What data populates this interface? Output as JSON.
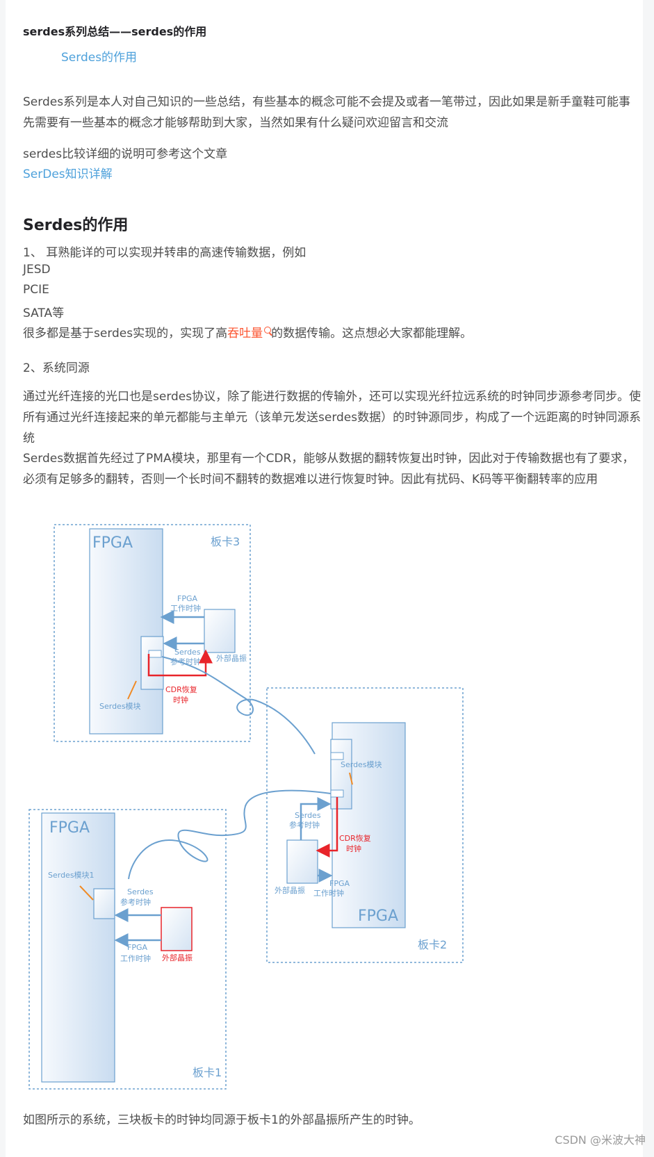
{
  "article": {
    "title": "serdes系列总结——serdes的作用",
    "toc_item": "Serdes的作用",
    "intro": "Serdes系列是本人对自己知识的一些总结，有些基本的概念可能不会提及或者一笔带过，因此如果是新手童鞋可能事先需要有一些基本的概念才能够帮助到大家，当然如果有什么疑问欢迎留言和交流",
    "ref_text": "serdes比较详细的说明可参考这个文章",
    "ref_link": "SerDes知识详解",
    "section_heading": "Serdes的作用",
    "item1": "1、 耳熟能详的可以实现并转串的高速传输数据，例如",
    "protocols": [
      "JESD",
      "PCIE",
      "SATA等"
    ],
    "line_before": "很多都是基于serdes实现的，实现了高",
    "highlight": "吞吐量",
    "line_after": "的数据传输。这点想必大家都能理解。",
    "item2": "2、系统同源",
    "para2": "通过光纤连接的光口也是serdes协议，除了能进行数据的传输外，还可以实现光纤拉远系统的时钟同步源参考同步。使所有通过光纤连接起来的单元都能与主单元（该单元发送serdes数据）的时钟源同步，构成了一个远距离的时钟同源系统",
    "para3": "Serdes数据首先经过了PMA模块，那里有一个CDR，能够从数据的翻转恢复出时钟，因此对于传输数据也有了要求，必须有足够多的翻转，否则一个长时间不翻转的数据难以进行恢复时钟。因此有扰码、K码等平衡翻转率的应用",
    "conclusion": "如图所示的系统，三块板卡的时钟均同源于板卡1的外部晶振所产生的时钟。",
    "watermark": "CSDN @米波大神"
  },
  "diagram": {
    "board3": {
      "label": "板卡3",
      "fpga": "FPGA",
      "fpga_clk": [
        "FPGA",
        "工作时钟"
      ],
      "serdes_ref": [
        "Serdes",
        "参考时钟"
      ],
      "osc": "外部晶振",
      "cdr": [
        "CDR恢复",
        "时钟"
      ],
      "serdes_mod": "Serdes模块"
    },
    "board2": {
      "label": "板卡2",
      "fpga": "FPGA",
      "serdes_mod": "Serdes模块",
      "serdes_ref": [
        "Serdes",
        "参考时钟"
      ],
      "cdr": [
        "CDR恢复",
        "时钟"
      ],
      "osc": "外部晶振",
      "fpga_clk": [
        "FPGA",
        "工作时钟"
      ]
    },
    "board1": {
      "label": "板卡1",
      "fpga": "FPGA",
      "serdes_mod": "Serdes模块1",
      "serdes_ref": [
        "Serdes",
        "参考时钟"
      ],
      "fpga_clk": [
        "FPGA",
        "工作时钟"
      ],
      "osc": "外部晶振"
    }
  },
  "colors": {
    "link": "#4ea1db",
    "highlight": "#fc5531",
    "diagram_blue": "#6ba0cf",
    "diagram_red": "#e8242a"
  }
}
